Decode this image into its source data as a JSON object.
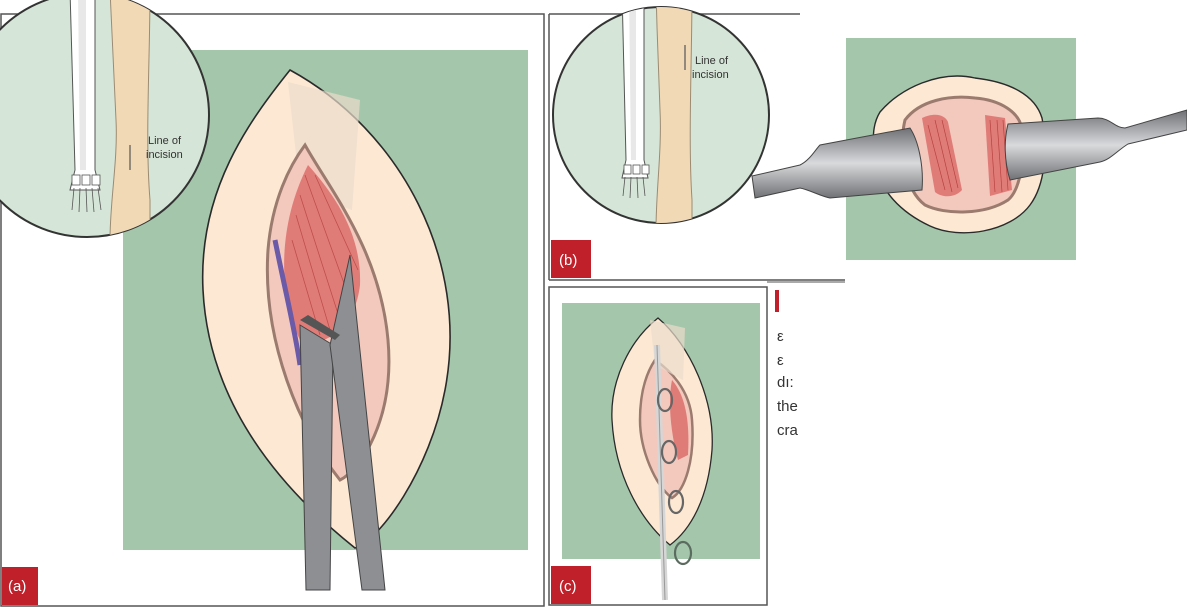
{
  "colors": {
    "background_green": "#a4c6ab",
    "skin": "#fde9d3",
    "skin_outline": "#2a2a2a",
    "muscle": "#e07c78",
    "muscle_light": "#f4c1b8",
    "retractor_grey": "#8d8f93",
    "nerve": "#6a5aa8",
    "label_red": "#c0202a",
    "circle_fill": "#d5e5d7",
    "bone": "#f1d9b6"
  },
  "panels": {
    "a": {
      "label": "(a)",
      "inset_text_line1": "Line of",
      "inset_text_line2": "incision"
    },
    "b": {
      "label": "(b)",
      "inset_text_line1": "Line of",
      "inset_text_line2": "incision"
    },
    "c": {
      "label": "(c)"
    }
  },
  "text_fragments": [
    "ε",
    "ε",
    "dı:",
    "the",
    "cra"
  ]
}
